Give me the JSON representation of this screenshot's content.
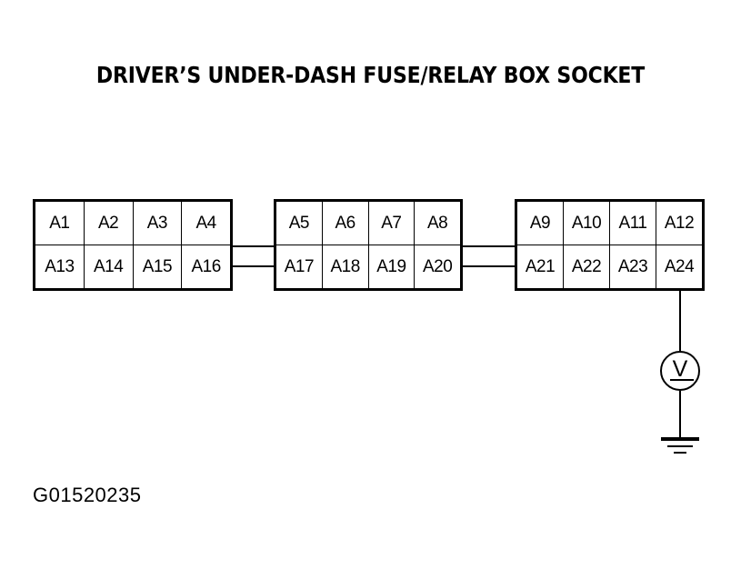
{
  "diagram": {
    "title": "DRIVER’S UNDER-DASH FUSE/RELAY BOX SOCKET",
    "caption": "G01520235",
    "blocks": [
      {
        "name": "connector-block-1",
        "top_row": [
          "A1",
          "A2",
          "A3",
          "A4"
        ],
        "bottom_row": [
          "A13",
          "A14",
          "A15",
          "A16"
        ]
      },
      {
        "name": "connector-block-2",
        "top_row": [
          "A5",
          "A6",
          "A7",
          "A8"
        ],
        "bottom_row": [
          "A17",
          "A18",
          "A19",
          "A20"
        ]
      },
      {
        "name": "connector-block-3",
        "top_row": [
          "A9",
          "A10",
          "A11",
          "A12"
        ],
        "bottom_row": [
          "A21",
          "A22",
          "A23",
          "A24"
        ]
      }
    ],
    "symbols": {
      "voltmeter_label": "V",
      "voltmeter_name": "dc-voltmeter",
      "ground_name": "chassis-ground"
    },
    "colors": {
      "ink": "#000000",
      "background": "#ffffff"
    }
  }
}
